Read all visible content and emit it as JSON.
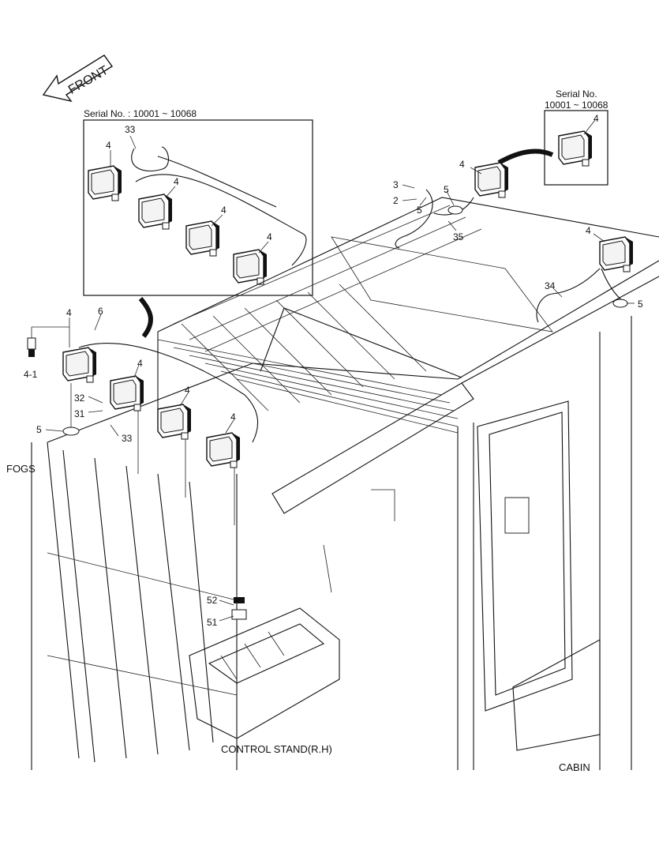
{
  "front_label": "FRONT",
  "inset_left": {
    "serial": "Serial No. : 10001 ~ 10068"
  },
  "inset_right": {
    "serial_line1": "Serial No.",
    "serial_line2": "10001 ~ 10068"
  },
  "captions": {
    "fogs": "FOGS",
    "control_stand": "CONTROL STAND(R.H)",
    "cabin": "CABIN"
  },
  "callouts": {
    "c33_top": "33",
    "c4_a": "4",
    "c4_b": "4",
    "c4_c": "4",
    "c4_d": "4",
    "c4_r_inset": "4",
    "c4_roof_a": "4",
    "c4_roof_b": "4",
    "c3": "3",
    "c2": "2",
    "c5_a": "5",
    "c5_b": "5",
    "c35": "35",
    "c34": "34",
    "c5_c": "5",
    "c4_front_a": "4",
    "c6": "6",
    "c4_1": "4-1",
    "c4_front_b": "4",
    "c4_front_c": "4",
    "c4_front_d": "4",
    "c32": "32",
    "c31": "31",
    "c5_d": "5",
    "c33_b": "33",
    "c52": "52",
    "c51": "51"
  }
}
